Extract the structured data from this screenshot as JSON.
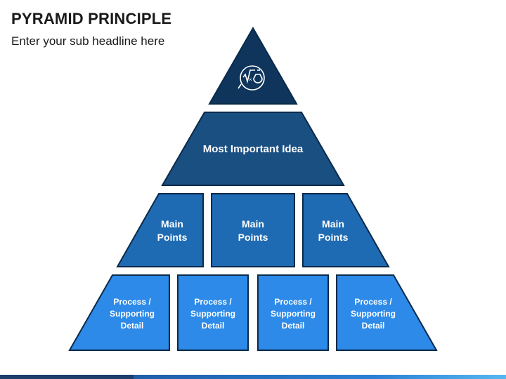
{
  "header": {
    "title": "PYRAMID PRINCIPLE",
    "subtitle": "Enter your sub headline here"
  },
  "pyramid": {
    "apex_icon": "math-science-icon",
    "tiers": [
      {
        "label": "Most Important Idea",
        "color": "#1a4f82"
      },
      {
        "label_line1": "Main",
        "label_line2": "Points",
        "count": 3,
        "color": "#1f6bb3"
      },
      {
        "label_line1": "Process /",
        "label_line2": "Supporting",
        "label_line3": "Detail",
        "count": 4,
        "color": "#2d8ae8"
      }
    ],
    "apex_color": "#0f355c",
    "border_color": "#0a2a4a"
  },
  "footer": {
    "colors": [
      "#1d3d6b",
      "#2a7fd4",
      "#56b8f0"
    ]
  }
}
